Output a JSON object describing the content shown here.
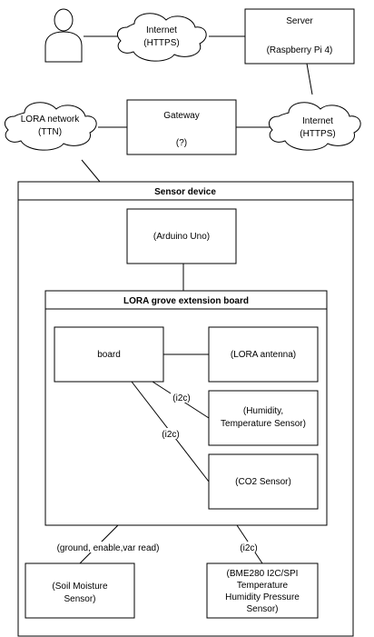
{
  "colors": {
    "stroke": "#000000",
    "fill": "#ffffff",
    "text": "#000000"
  },
  "nodes": {
    "user": {
      "icon": "person-icon"
    },
    "internet_top": {
      "lines": [
        "Internet",
        "(HTTPS)"
      ]
    },
    "server": {
      "lines": [
        "Server",
        "",
        "(Raspberry Pi 4)"
      ]
    },
    "lora_network": {
      "lines": [
        "LORA network",
        "(TTN)"
      ]
    },
    "gateway": {
      "lines": [
        "Gateway",
        "",
        "(?)"
      ]
    },
    "internet_right": {
      "lines": [
        "Internet",
        "(HTTPS)"
      ]
    },
    "sensor_device": {
      "title": "Sensor device"
    },
    "arduino": {
      "lines": [
        "(Arduino Uno)"
      ]
    },
    "lora_board": {
      "title": "LORA grove extension board"
    },
    "board": {
      "lines": [
        "board"
      ]
    },
    "lora_antenna": {
      "lines": [
        "(LORA antenna)"
      ]
    },
    "humidity_sensor": {
      "lines": [
        "(Humidity,",
        "Temperature Sensor)"
      ]
    },
    "co2_sensor": {
      "lines": [
        "(CO2 Sensor)"
      ]
    },
    "soil_sensor": {
      "lines": [
        "(Soil Moisture",
        "Sensor)"
      ]
    },
    "bme280": {
      "lines": [
        "(BME280 I2C/SPI",
        "Temperature",
        "Humidity Pressure",
        "Sensor)"
      ]
    }
  },
  "edge_labels": {
    "board_humidity": "(i2c)",
    "board_co2": "(i2c)",
    "soil": "(ground, enable,var read)",
    "bme": "(i2c)"
  }
}
